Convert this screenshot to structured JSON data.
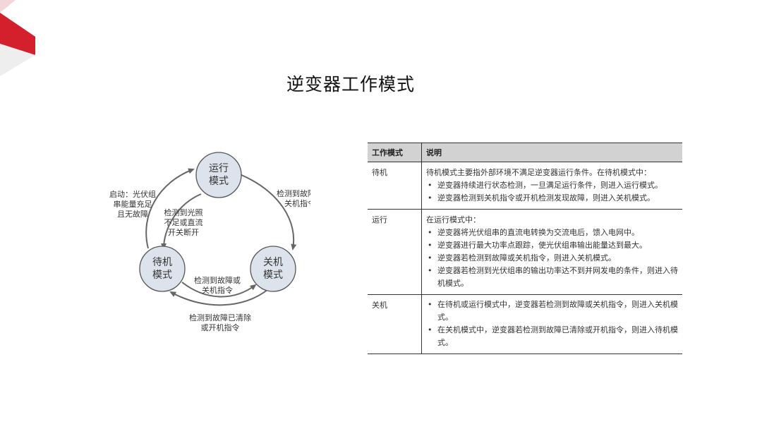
{
  "slide": {
    "title": "逆变器工作模式",
    "accent_color": "#d4202c"
  },
  "diagram": {
    "nodes": {
      "run": [
        "运行",
        "模式"
      ],
      "standby": [
        "待机",
        "模式"
      ],
      "shutdown": [
        "关机",
        "模式"
      ]
    },
    "edges": {
      "startup": [
        "启动：光伏组",
        "串能量充足",
        "且无故障"
      ],
      "run_to_shutdown": [
        "检测到故障或",
        "关机指令"
      ],
      "run_to_standby": [
        "检测到光照",
        "不足或直流",
        "开关断开"
      ],
      "standby_to_shutdown": [
        "检测到故障或",
        "关机指令"
      ],
      "shutdown_to_standby": [
        "检测到故障已清除",
        "或开机指令"
      ]
    }
  },
  "table": {
    "headers": [
      "工作模式",
      "说明"
    ],
    "rows": [
      {
        "mode": "待机",
        "intro": "待机模式主要指外部环境不满足逆变器运行条件。在待机模式中：",
        "bullets": [
          "逆变器持续进行状态检测，一旦满足运行条件，则进入运行模式。",
          "逆变器检测到关机指令或开机检测发现故障，则进入关机模式。"
        ]
      },
      {
        "mode": "运行",
        "intro": "在运行模式中：",
        "bullets": [
          "逆变器将光伏组串的直流电转换为交流电后，馈入电网中。",
          "逆变器进行最大功率点跟踪，使光伏组串输出能量达到最大。",
          "逆变器若检测到故障或关机指令，则进入关机模式。",
          "逆变器若检测到光伏组串的输出功率达不到并网发电的条件，则进入待机模式。"
        ]
      },
      {
        "mode": "关机",
        "intro": "",
        "bullets": [
          "在待机或运行模式中，逆变器若检测到故障或关机指令，则进入关机模式。",
          "在关机模式中，逆变器若检测到故障已清除或开机指令，则进入待机模式。"
        ]
      }
    ]
  }
}
